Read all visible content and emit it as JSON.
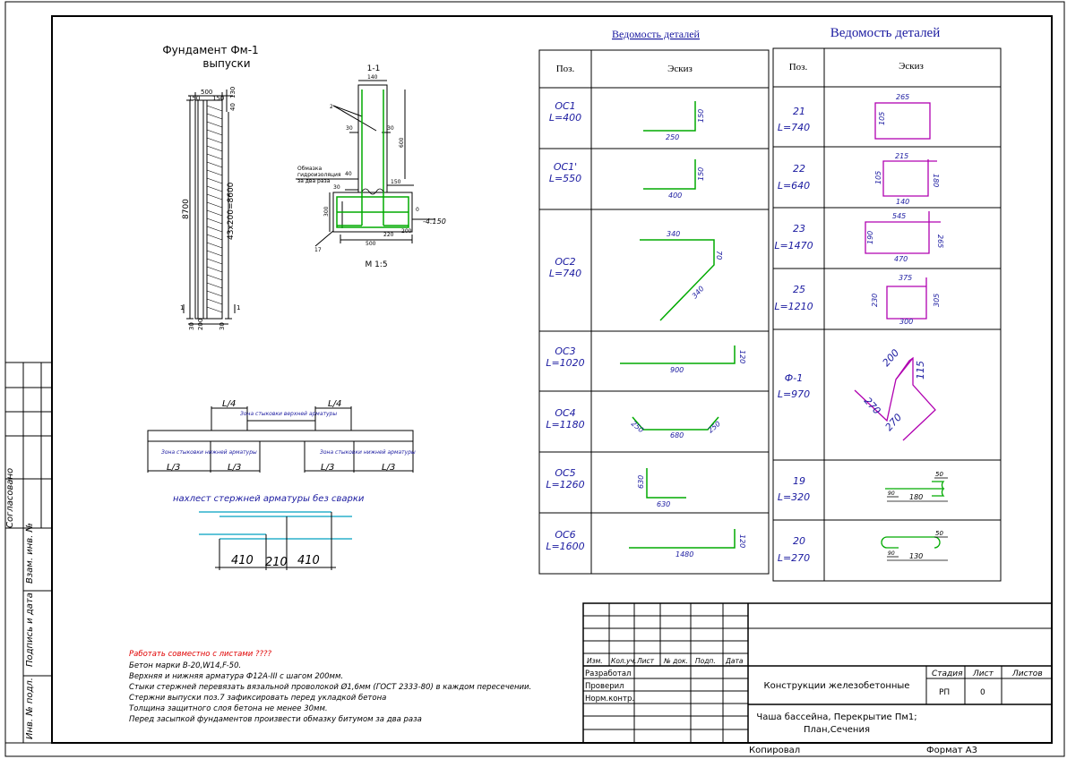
{
  "sheet": {
    "side_stamp": [
      "Согласовано",
      "Взам. инв. №",
      "Подпись и дата",
      "Инв. № подл."
    ],
    "copied_label": "Копировал",
    "format_label": "Формат А3"
  },
  "foundation": {
    "title_line1": "Фундамент Фм-1",
    "title_line2": "выпуски",
    "dims": {
      "d500": "500",
      "d150a": "150",
      "d150b": "150",
      "d130": "130",
      "d40": "40",
      "height": "8700",
      "spacing": "43х200=8600",
      "b30a": "30",
      "b200": "200",
      "b30b": "30",
      "mark1a": "1",
      "mark1b": "1"
    }
  },
  "section": {
    "title": "1-1",
    "scale": "М 1:5",
    "note1": "Обмазка",
    "note2": "гидроизоляция",
    "note3": "за два раза",
    "pos2": "2",
    "pos17": "17",
    "level": "-4.150",
    "dims": {
      "d140": "140",
      "d30a": "30",
      "d30b": "30",
      "d600": "600",
      "d40": "40",
      "d30c": "30",
      "d150": "150",
      "d300": "300",
      "d0": "0",
      "d500": "500",
      "d220": "220",
      "d200": "200"
    }
  },
  "overlap": {
    "L4a": "L/4",
    "L4b": "L/4",
    "top_zone": "Зона стыковки верхней арматуры",
    "bottom_zone1": "Зона стыковки нижней арматуры",
    "bottom_zone2": "Зона стыковки нижней арматуры",
    "L3a": "L/3",
    "L3b": "L/3",
    "L3c": "L/3",
    "L3d": "L/3",
    "lap_title": "нахлест стержней  арматуры без сварки",
    "lap_dims": [
      "410",
      "210",
      "410"
    ]
  },
  "notes": {
    "warning": "Работать совместно с листами  ????",
    "lines": [
      "Бетон марки В-20,W14,F-50.",
      "Верхняя и нижняя  арматура  Ф12А-III  с  шагом 200мм.",
      "Стыки стержней перевязать вязальной проволокой Ø1,6мм (ГОСТ 2333-80) в каждом пересечении.",
      "Стержни выпуски поз.7 зафиксировать перед укладкой бетона",
      "Толщина защитного слоя бетона не менее 30мм.",
      "Перед засыпкой фундаментов произвести обмазку битумом за два раза"
    ]
  },
  "table1": {
    "title": "Ведомость деталей",
    "col_pos": "Поз.",
    "col_sketch": "Эскиз",
    "rows": [
      {
        "pos": "ОС1",
        "len": "L=400",
        "dims": [
          "250",
          "150"
        ]
      },
      {
        "pos": "ОС1'",
        "len": "L=550",
        "dims": [
          "400",
          "150"
        ]
      },
      {
        "pos": "ОС2",
        "len": "L=740",
        "dims": [
          "340",
          "70",
          "340"
        ]
      },
      {
        "pos": "ОС3",
        "len": "L=1020",
        "dims": [
          "900",
          "120"
        ]
      },
      {
        "pos": "ОС4",
        "len": "L=1180",
        "dims": [
          "250",
          "680",
          "250"
        ]
      },
      {
        "pos": "ОС5",
        "len": "L=1260",
        "dims": [
          "630",
          "630"
        ]
      },
      {
        "pos": "ОС6",
        "len": "L=1600",
        "dims": [
          "1480",
          "120"
        ]
      }
    ]
  },
  "table2": {
    "title": "Ведомость деталей",
    "col_pos": "Поз.",
    "col_sketch": "Эскиз",
    "rows": [
      {
        "pos": "21",
        "len": "L=740",
        "dims": [
          "265",
          "105"
        ]
      },
      {
        "pos": "22",
        "len": "L=640",
        "dims": [
          "215",
          "105",
          "180",
          "140"
        ]
      },
      {
        "pos": "23",
        "len": "L=1470",
        "dims": [
          "545",
          "190",
          "265",
          "470"
        ]
      },
      {
        "pos": "25",
        "len": "L=1210",
        "dims": [
          "375",
          "230",
          "305",
          "300"
        ]
      },
      {
        "pos": "Ф-1",
        "len": "L=970",
        "dims": [
          "200",
          "115",
          "270",
          "270"
        ]
      },
      {
        "pos": "19",
        "len": "L=320",
        "dims": [
          "50",
          "90",
          "180"
        ]
      },
      {
        "pos": "20",
        "len": "L=270",
        "dims": [
          "50",
          "90",
          "130"
        ]
      }
    ]
  },
  "titleblock": {
    "headers": [
      "Изм.",
      "Кол.уч.",
      "Лист",
      "№ док.",
      "Подп.",
      "Дата"
    ],
    "roles": [
      "Разработал",
      "Проверил",
      "Норм.контр."
    ],
    "stage_header": "Стадия",
    "sheet_header": "Лист",
    "sheets_header": "Листов",
    "stage_value": "РП",
    "sheet_value": "0",
    "project": "Конструкции железобетонные",
    "drawing_line1": "Чаша бассейна, Перекрытие Пм1;",
    "drawing_line2": "План,Сечения"
  },
  "colors": {
    "line": "#000000",
    "text_blue": "#1a1aa0",
    "rebar_green": "#00aa00",
    "rebar_magenta": "#b000b0",
    "warning_red": "#e00000"
  }
}
